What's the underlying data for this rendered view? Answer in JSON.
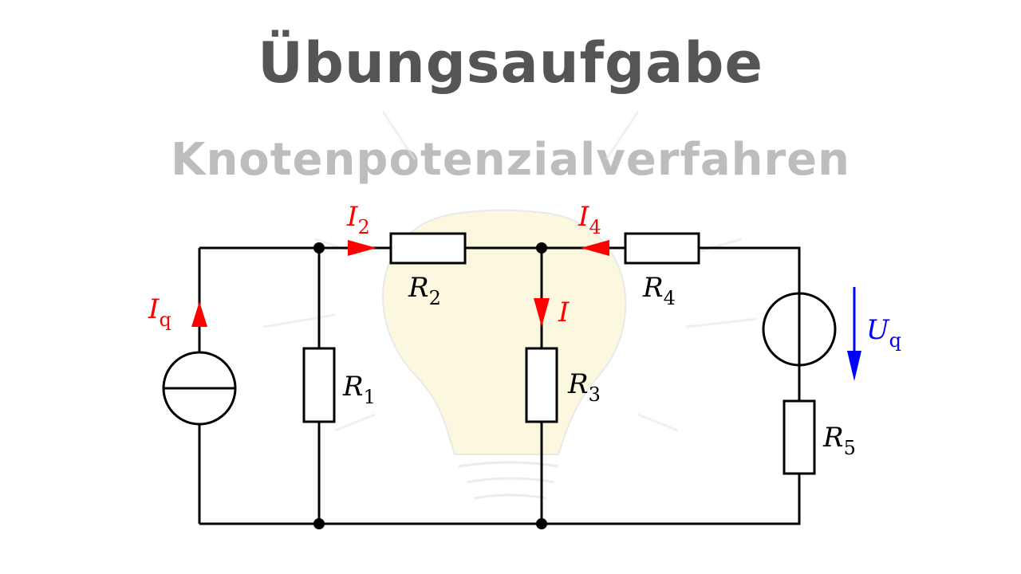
{
  "title": "Übungsaufgabe",
  "subtitle": "Knotenpotenzialverfahren",
  "colors": {
    "title": "#555555",
    "subtitle": "#bdbdbd",
    "wire": "#000000",
    "current_arrow": "#ff0000",
    "voltage_arrow": "#0000ff",
    "background_bulb": "#fbf5d2"
  },
  "labels": {
    "Iq": {
      "main": "I",
      "sub": "q"
    },
    "I2": {
      "main": "I",
      "sub": "2"
    },
    "I4": {
      "main": "I",
      "sub": "4"
    },
    "I": {
      "main": "I"
    },
    "Uq": {
      "main": "U",
      "sub": "q"
    },
    "R1": {
      "main": "R",
      "sub": "1"
    },
    "R2": {
      "main": "R",
      "sub": "2"
    },
    "R3": {
      "main": "R",
      "sub": "3"
    },
    "R4": {
      "main": "R",
      "sub": "4"
    },
    "R5": {
      "main": "R",
      "sub": "5"
    }
  }
}
